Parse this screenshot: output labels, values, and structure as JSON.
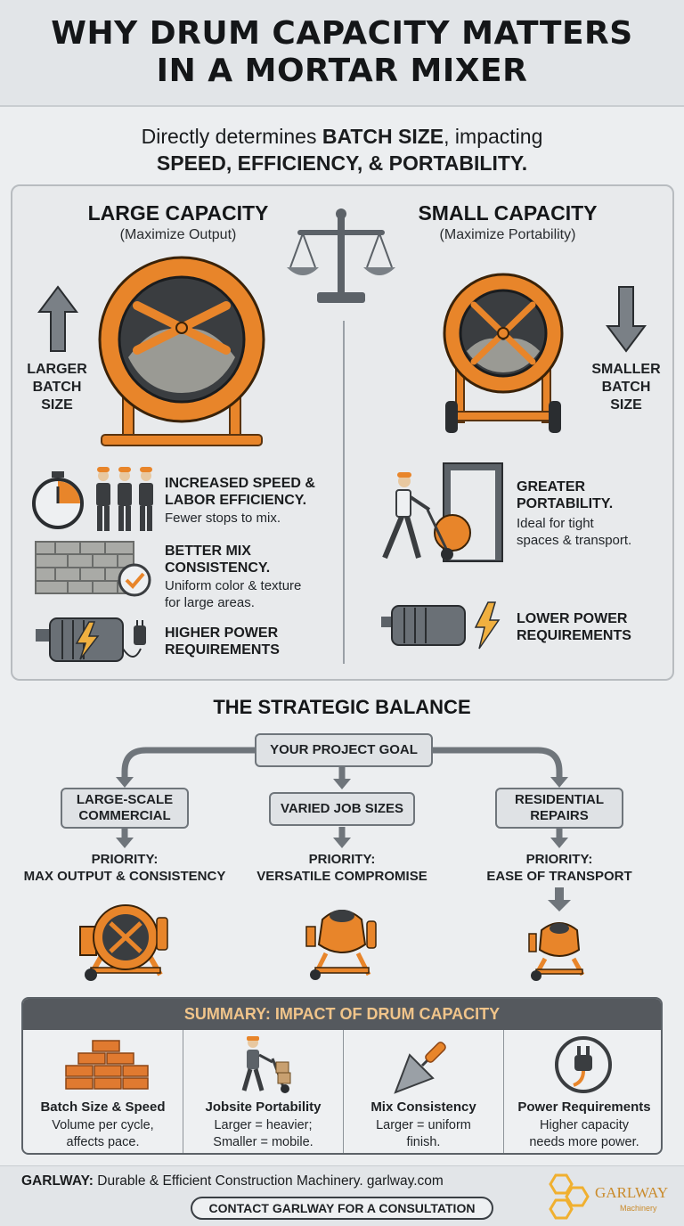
{
  "header": {
    "title_line1": "WHY DRUM CAPACITY MATTERS",
    "title_line2": "IN A MORTAR MIXER"
  },
  "subtitle": {
    "line1_pre": "Directly determines ",
    "line1_bold": "BATCH SIZE",
    "line1_post": ", impacting",
    "line2_bold": "SPEED, EFFICIENCY, & PORTABILITY."
  },
  "large": {
    "title": "LARGE CAPACITY",
    "subtitle": "(Maximize Output)",
    "side_label": [
      "LARGER",
      "BATCH",
      "SIZE"
    ],
    "features": [
      {
        "title": [
          "INCREASED SPEED &",
          "LABOR EFFICIENCY."
        ],
        "desc": [
          "Fewer stops to mix."
        ]
      },
      {
        "title": [
          "BETTER MIX",
          "CONSISTENCY."
        ],
        "desc": [
          "Uniform color & texture",
          "for large areas."
        ]
      },
      {
        "title": [
          "HIGHER POWER",
          "REQUIREMENTS"
        ],
        "desc": []
      }
    ]
  },
  "small": {
    "title": "SMALL CAPACITY",
    "subtitle": "(Maximize Portability)",
    "side_label": [
      "SMALLER",
      "BATCH",
      "SIZE"
    ],
    "features": [
      {
        "title": [
          "GREATER",
          "PORTABILITY."
        ],
        "desc": [
          "Ideal for tight",
          "spaces & transport."
        ]
      },
      {
        "title": [
          "LOWER POWER",
          "REQUIREMENTS"
        ],
        "desc": []
      }
    ]
  },
  "strategy": {
    "heading": "THE STRATEGIC BALANCE",
    "goal": "YOUR PROJECT GOAL",
    "branches": [
      {
        "box": [
          "LARGE-SCALE",
          "COMMERCIAL"
        ],
        "priority": [
          "PRIORITY:",
          "MAX OUTPUT & CONSISTENCY"
        ]
      },
      {
        "box": [
          "VARIED JOB SIZES"
        ],
        "priority": [
          "PRIORITY:",
          "VERSATILE COMPROMISE"
        ]
      },
      {
        "box": [
          "RESIDENTIAL",
          "REPAIRS"
        ],
        "priority": [
          "PRIORITY:",
          "EASE OF TRANSPORT"
        ]
      }
    ]
  },
  "summary": {
    "heading": "SUMMARY: IMPACT OF DRUM CAPACITY",
    "cells": [
      {
        "icon": "bricks-icon",
        "title": "Batch Size & Speed",
        "desc": [
          "Volume per cycle,",
          "affects pace."
        ]
      },
      {
        "icon": "hand-truck-worker-icon",
        "title": "Jobsite Portability",
        "desc": [
          "Larger = heavier;",
          "Smaller = mobile."
        ]
      },
      {
        "icon": "trowel-icon",
        "title": "Mix Consistency",
        "desc": [
          "Larger = uniform",
          "finish."
        ]
      },
      {
        "icon": "power-plug-icon",
        "title": "Power Requirements",
        "desc": [
          "Higher capacity",
          "needs more power."
        ]
      }
    ]
  },
  "footer": {
    "brand": "GARLWAY:",
    "tagline": " Durable & Efficient Construction Machinery. garlway.com",
    "cta": "CONTACT GARLWAY FOR A CONSULTATION",
    "logo_name": "GARLWAY",
    "logo_sub": "Machinery"
  },
  "colors": {
    "accent_orange": "#e8852a",
    "dark_gray": "#55595e",
    "panel_bg": "#e8eaec"
  }
}
